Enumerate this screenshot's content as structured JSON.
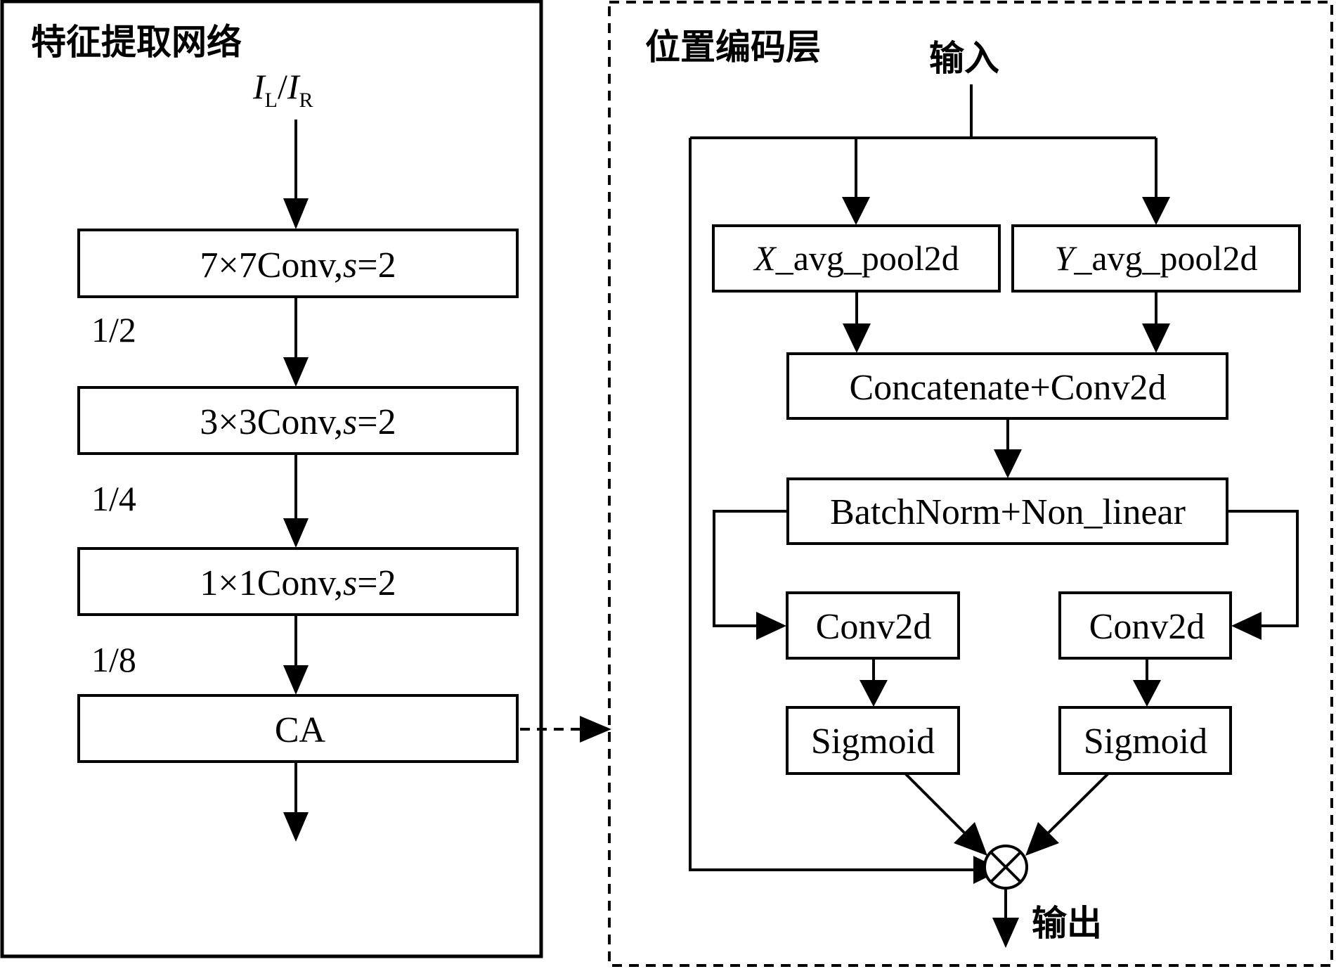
{
  "left_panel": {
    "title": "特征提取网络",
    "input_label": {
      "i1": "I",
      "sub1": "L",
      "slash": "/",
      "i2": "I",
      "sub2": "R"
    },
    "blocks": [
      {
        "pre": "7×7Conv,",
        "italic": "s",
        "post": "=2"
      },
      {
        "pre": "3×3Conv,",
        "italic": "s",
        "post": "=2"
      },
      {
        "pre": "1×1Conv,",
        "italic": "s",
        "post": "=2"
      },
      {
        "pre": "CA",
        "italic": "",
        "post": ""
      }
    ],
    "scales": [
      "1/2",
      "1/4",
      "1/8"
    ]
  },
  "right_panel": {
    "title": "位置编码层",
    "input": "输入",
    "output": "输出",
    "pool_x": {
      "italic": "X",
      "rest": "_avg_pool2d"
    },
    "pool_y": {
      "italic": "Y",
      "rest": "_avg_pool2d"
    },
    "concat": "Concatenate+Conv2d",
    "batchnorm": "BatchNorm+Non_linear",
    "conv_left": "Conv2d",
    "conv_right": "Conv2d",
    "sigmoid_left": "Sigmoid",
    "sigmoid_right": "Sigmoid"
  }
}
